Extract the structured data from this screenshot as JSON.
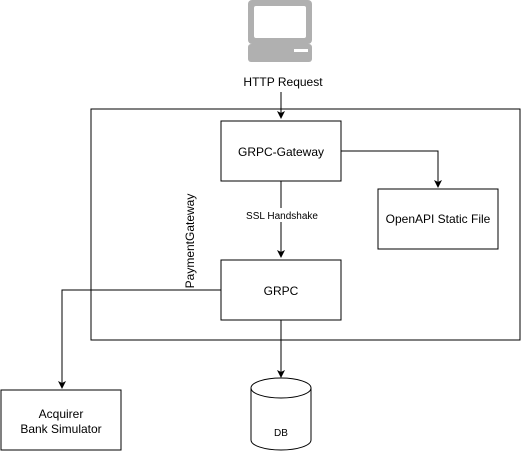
{
  "diagram": {
    "client": {
      "icon": "computer-monitor-icon",
      "request_label": "HTTP Request"
    },
    "container": {
      "label": "PaymentGateway"
    },
    "nodes": {
      "grpc_gateway": "GRPC-Gateway",
      "openapi": "OpenAPI Static File",
      "grpc": "GRPC",
      "acquirer_line1": "Acquirer",
      "acquirer_line2": "Bank Simulator",
      "db": "DB"
    },
    "edges": {
      "ssl": "SSL Handshake"
    },
    "colors": {
      "stroke": "#000000",
      "monitor_fill": "#b0b0b0",
      "monitor_screen": "#ffffff",
      "background": "#ffffff"
    }
  }
}
